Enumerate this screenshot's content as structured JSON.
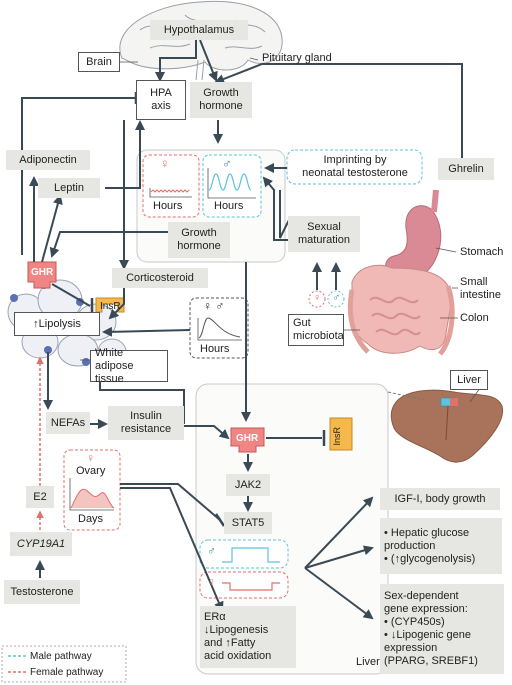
{
  "labels": {
    "hypothalamus": "Hypothalamus",
    "brain": "Brain",
    "pituitary_gland": "Pituitary gland",
    "hpa_axis": "HPA\naxis",
    "growth_hormone_top": "Growth\nhormone",
    "adiponectin": "Adiponectin",
    "leptin": "Leptin",
    "panel_female_symbol": "♀",
    "panel_male_symbol": "♂",
    "hours_female": "Hours",
    "hours_male": "Hours",
    "imprinting": "Imprinting by\nneonatal testosterone",
    "ghrelin": "Ghrelin",
    "growth_hormone_mid": "Growth\nhormone",
    "sexual_maturation": "Sexual\nmaturation",
    "stomach": "Stomach",
    "small_intestine": "Small\nintestine",
    "colon": "Colon",
    "ghr_adipose": "GHR",
    "insr_adipose": "InsR",
    "corticosteroid": "Corticosteroid",
    "lipolysis": "↑Lipolysis",
    "cortico_symbols": "♀ ♂",
    "hours_cortico": "Hours",
    "gut_female_symbol": "♀",
    "gut_male_symbol": "♂",
    "gut_microbiota": "Gut\nmicrobiota",
    "white_adipose_tissue": "White adipose\ntissue",
    "liver_organ_label": "Liver",
    "nefas": "NEFAs",
    "insulin_resistance": "Insulin\nresistance",
    "ghr_liver": "GHR",
    "insr_liver": "InsR",
    "ovary_symbol": "♀",
    "ovary": "Ovary",
    "days": "Days",
    "jak2": "JAK2",
    "stat5": "STAT5",
    "stat5_male_symbol": "♂",
    "stat5_female_symbol": "♀",
    "e2": "E2",
    "cyp19a1": "CYP19A1",
    "testosterone": "Testosterone",
    "era_box": "ERα\n↓Lipogenesis\nand ↑Fatty\nacid oxidation",
    "liver_panel_label": "Liver",
    "igf1": "IGF-I, body growth",
    "hepatic_glucose": "• Hepatic glucose\n  production\n• (↑glycogenolysis)",
    "sex_dependent": "Sex-dependent\ngene expression:\n• (CYP450s)\n• ↓Lipogenic gene\n  expression\n  (PPARG, SREBF1)",
    "legend_male": "Male pathway",
    "legend_female": "Female pathway"
  },
  "colors": {
    "box_grey": "#e6e6e3",
    "arrow": "#3a4a55",
    "male_blue": "#5bc3dc",
    "female_red": "#e0706a",
    "receptor_red": "#ef8683",
    "insr_yellow": "#f5b84a",
    "liver_brown": "#a9725a",
    "stomach_pink": "#d98a95",
    "intestine_pink": "#f0b9b5"
  },
  "icons": {
    "brain_sketch": "brain-sketch-icon",
    "adipose_cells": "adipose-cells-icon",
    "digestive_tract": "digestive-tract-icon",
    "liver_organ": "liver-organ-icon"
  }
}
